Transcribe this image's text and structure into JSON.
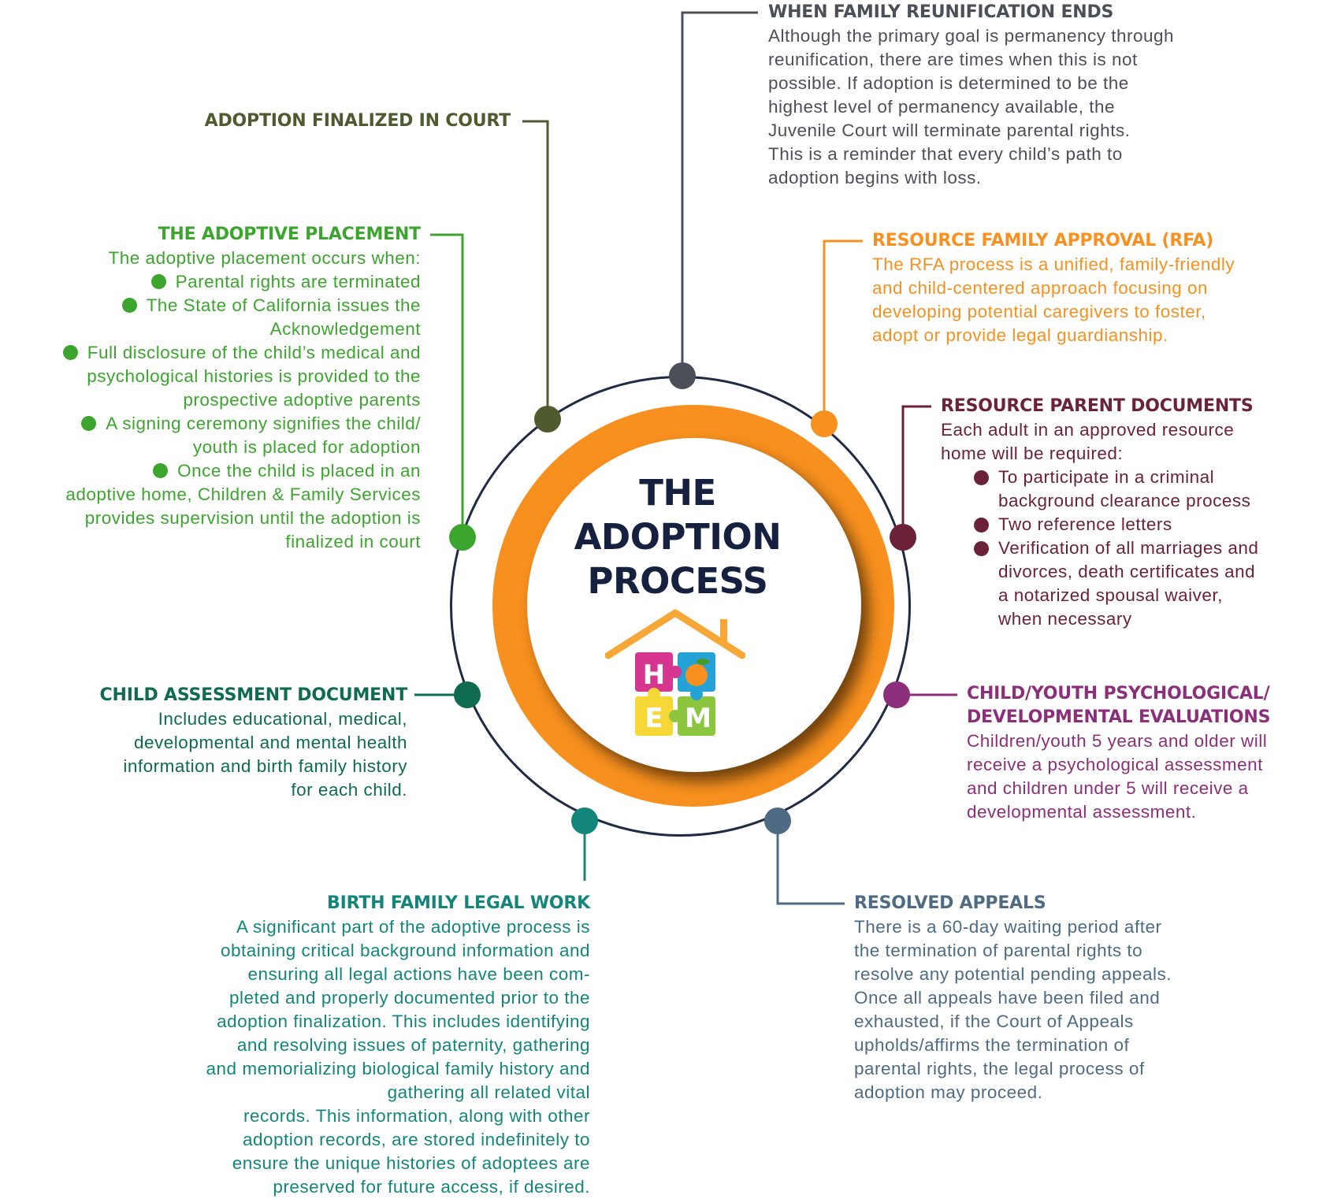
{
  "center": {
    "title_lines": [
      "THE",
      "ADOPTION",
      "PROCESS"
    ],
    "logo_letters": [
      "H",
      "E",
      "M"
    ]
  },
  "colors": {
    "ring": "#1f2a44",
    "orange": "#f7901e",
    "center_title": "#15213f",
    "reunification": "#4d4f58",
    "finalized": "#4f5a2e",
    "placement": "#3ca52e",
    "rfa": "#f7901e",
    "documents": "#6b2238",
    "evaluations": "#8b2f7a",
    "assessment": "#0f6b4f",
    "legal": "#14857a",
    "appeals": "#4e6b83"
  },
  "sections": {
    "reunification": {
      "title": "WHEN FAMILY REUNIFICATION ENDS",
      "lines": [
        "Although the primary goal is permanency through",
        "reunification, there are times when this is not",
        "possible. If adoption is determined to be the",
        "highest level of permanency available, the",
        "Juvenile Court will terminate parental rights.",
        "This is a reminder that every child’s path to",
        "adoption begins with loss."
      ]
    },
    "finalized": {
      "title": "ADOPTION FINALIZED IN COURT"
    },
    "placement": {
      "title": "THE ADOPTIVE PLACEMENT",
      "intro": "The adoptive placement occurs when:",
      "bullets": [
        [
          "Parental rights are terminated"
        ],
        [
          "The State of California issues the",
          "Acknowledgement"
        ],
        [
          "Full disclosure of the child’s medical and",
          "psychological histories is provided to the",
          "prospective adoptive parents"
        ],
        [
          "A signing ceremony signifies the child/",
          "youth is placed for adoption"
        ],
        [
          "Once the child is placed in an",
          "adoptive home, Children & Family Services",
          "provides supervision until the adoption is",
          "finalized in court"
        ]
      ]
    },
    "rfa": {
      "title": "RESOURCE FAMILY APPROVAL (RFA)",
      "lines": [
        "The RFA process is a unified, family-friendly",
        "and child-centered approach focusing  on",
        "developing potential caregivers to foster,",
        "adopt or provide legal guardianship."
      ]
    },
    "documents": {
      "title": "RESOURCE PARENT DOCUMENTS",
      "lines": [
        "Each adult in an approved resource",
        "home will be required:"
      ],
      "bullets": [
        [
          "To participate in a criminal",
          "background clearance process"
        ],
        [
          "Two reference letters"
        ],
        [
          "Verification of all marriages and",
          "divorces, death certificates and",
          "a notarized spousal waiver,",
          "when necessary"
        ]
      ]
    },
    "evaluations": {
      "title_lines": [
        "CHILD/YOUTH PSYCHOLOGICAL/",
        "DEVELOPMENTAL EVALUATIONS"
      ],
      "lines": [
        "Children/youth 5 years and older will",
        "receive a psychological assessment",
        "and children under 5 will receive a",
        "developmental assessment."
      ]
    },
    "assessment": {
      "title": "CHILD ASSESSMENT DOCUMENT",
      "lines": [
        "Includes educational, medical,",
        "developmental and mental health",
        "information and birth family history",
        "for each child."
      ]
    },
    "legal": {
      "title": "BIRTH FAMILY LEGAL WORK",
      "lines": [
        "A significant part of the adoptive process is",
        "obtaining critical background information and",
        "ensuring all legal actions have been com-",
        "pleted and properly documented prior to the",
        "adoption finalization. This includes identifying",
        "and resolving issues of paternity, gathering",
        "and memorializing biological family history and",
        "gathering all related vital",
        "records. This information, along with other",
        "adoption records, are stored indefinitely to",
        "ensure the unique histories of adoptees are",
        "preserved for future access, if desired."
      ]
    },
    "appeals": {
      "title": "RESOLVED APPEALS",
      "lines": [
        "There is a 60-day waiting period after",
        "the termination of parental rights to",
        "resolve any potential pending appeals.",
        "Once all appeals have been filed and",
        "exhausted, if the Court of Appeals",
        "upholds/affirms the termination of",
        "parental rights, the legal process of",
        "adoption may proceed."
      ]
    }
  }
}
